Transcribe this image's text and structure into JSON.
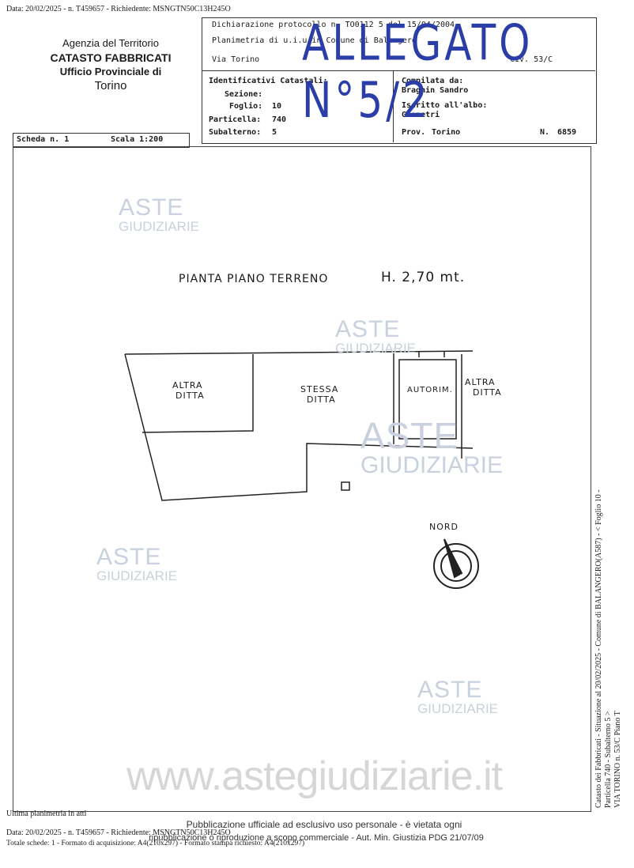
{
  "top_header": "Data: 20/02/2025 - n. T459657 - Richiedente: MSNGTN50C13H245O",
  "agency": {
    "line1": "Agenzia del Territorio",
    "line2": "CATASTO FABBRICATI",
    "line3": "Ufficio Provinciale di",
    "line4": "Torino"
  },
  "declaration": {
    "line1": "Dichiarazione protocollo n. TO0112 5 del 15/04/2004",
    "line2": "Planimetria di u.i.u.in Comune di Balangero",
    "line3": "Via Torino",
    "civ": "civ. 53/C"
  },
  "identificativi": {
    "title": "Identificativi Catastali:",
    "sezione": "Sezione:",
    "foglio_label": "Foglio:",
    "foglio": "10",
    "particella_label": "Particella:",
    "particella": "740",
    "subalterno_label": "Subalterno:",
    "subalterno": "5"
  },
  "compilata": {
    "title": "Compilata da:",
    "name": "Braghin Sandro",
    "iscritto": "Iscritto all'albo:",
    "albo": "Geometri",
    "prov_label": "Prov.",
    "prov": "Torino",
    "n_label": "N.",
    "n": "6859"
  },
  "scheda": {
    "label": "Scheda n. 1",
    "scala": "Scala 1:200"
  },
  "allegato": "ALLEGATO N°5/2",
  "plan": {
    "title": "PIANTA  PIANO  TERRENO",
    "height": "H. 2,70 mt.",
    "room1_l1": "ALTRA",
    "room1_l2": "DITTA",
    "room2_l1": "STESSA",
    "room2_l2": "DITTA",
    "room3": "AUTORIM.",
    "room4_l1": "ALTRA",
    "room4_l2": "DITTA",
    "nord": "NORD"
  },
  "watermark": {
    "big": "ASTE",
    "small": "GIUDIZIARIE",
    "site": "www.astegiudiziarie.it",
    "pub1": "Pubblicazione ufficiale ad esclusivo uso personale - è vietata ogni",
    "pub2": "ripubblicazione o riproduzione a scopo commerciale - Aut. Min. Giustizia PDG 21/07/09"
  },
  "side": {
    "line1": "Catasto dei Fabbricati - Situazione al 20/02/2025 - Comune di BALANGERO(A587) - < Foglio 10 - Particella 740 - Subalterno 5 >",
    "line2": "VIA TORINO n. 53/C Piano T"
  },
  "bottom": {
    "ultima": "Ultima planimetria in atti",
    "data": "Data: 20/02/2025 - n. T459657 - Richiedente: MSNGTN50C13H245O",
    "totale": "Totale schede: 1 - Formato di acquisizione: A4(210x297) - Formato stampa richiesto: A4(210x297)"
  }
}
